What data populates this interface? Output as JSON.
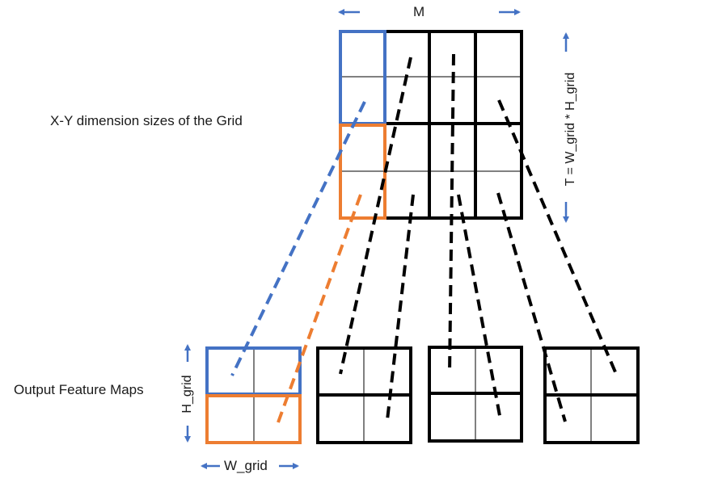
{
  "labels": {
    "top_axis": "M",
    "grid_caption": "X-Y dimension sizes of the Grid",
    "right_axis": "T = W_grid * H_grid",
    "output_caption": "Output Feature Maps",
    "left_axis": "H_grid",
    "bottom_axis": "W_grid"
  },
  "colors": {
    "blue": "#4472C4",
    "orange": "#ED7D31",
    "black": "#000000"
  },
  "icons": {
    "arrow": "double-headed-arrow-icon"
  }
}
